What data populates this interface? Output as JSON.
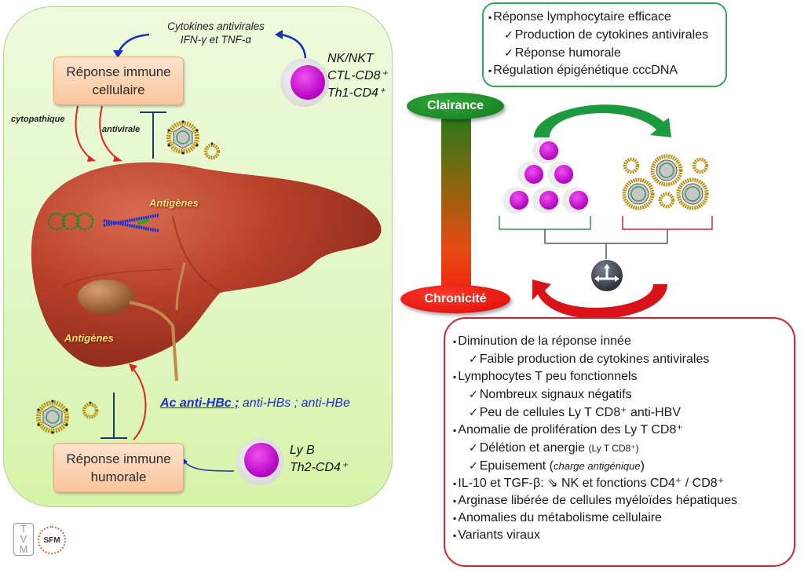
{
  "left_panel": {
    "cytokines_label": {
      "line1": "Cytokines antivirales",
      "line2": "IFN-γ et TNF-α"
    },
    "cellular_response": {
      "line1": "Réponse immune",
      "line2": "cellulaire"
    },
    "cellular_effectors": [
      "NK/NKT",
      "CTL-CD8⁺",
      "Th1-CD4⁺"
    ],
    "arrow_labels": {
      "cytopathic": "cytopathique",
      "antiviral": "antivirale"
    },
    "liver_labels": {
      "antigens_top": "Antigènes",
      "antigens_bottom": "Antigènes"
    },
    "antibodies": {
      "main": "Ac anti-HBc ;",
      "rest": " anti-HBs ; anti-HBe"
    },
    "humoral_response": {
      "line1": "Réponse immune",
      "line2": "humorale"
    },
    "humoral_effectors": [
      "Ly B",
      "Th2-CD4⁺"
    ],
    "logos": {
      "tvm": [
        "T",
        "V",
        "M"
      ],
      "sfm": "SFM"
    }
  },
  "scale": {
    "top_label": "Clairance",
    "bottom_label": "Chronicité",
    "top_color": "#1a8a2e",
    "bottom_color": "#e8140c"
  },
  "clearance_box": {
    "items": [
      {
        "level": 1,
        "text": "Réponse lymphocytaire efficace"
      },
      {
        "level": 2,
        "text": "Production de cytokines antivirales"
      },
      {
        "level": 2,
        "text": "Réponse humorale"
      },
      {
        "level": 1,
        "text": "Régulation épigénétique cccDNA"
      }
    ]
  },
  "chronicity_box": {
    "items": [
      {
        "level": 1,
        "text": "Diminution de la réponse innée"
      },
      {
        "level": 2,
        "text": "Faible production de cytokines antivirales"
      },
      {
        "level": 1,
        "text": "Lymphocytes T peu fonctionnels"
      },
      {
        "level": 2,
        "text": "Nombreux signaux négatifs"
      },
      {
        "level": 2,
        "text": "Peu de cellules Ly T CD8⁺ anti-HBV"
      },
      {
        "level": 1,
        "text": "Anomalie de prolifération des Ly T CD8⁺"
      },
      {
        "level": 2,
        "text": "Délétion et anergie",
        "note": "(Ly T CD8⁺)"
      },
      {
        "level": 2,
        "text": "Epuisement (",
        "note_italic": "charge antigénique",
        "tail": ")"
      },
      {
        "level": 1,
        "text": "IL-10 et TGF-β: ⇘ NK et fonctions CD4⁺ / CD8⁺"
      },
      {
        "level": 1,
        "text": "Arginase libérée de cellules myéloïdes hépatiques"
      },
      {
        "level": 1,
        "text": "Anomalies du métabolisme cellulaire"
      },
      {
        "level": 1,
        "text": "Variants viraux"
      }
    ]
  },
  "bullets": {
    "square": "▪",
    "check": "✓"
  }
}
